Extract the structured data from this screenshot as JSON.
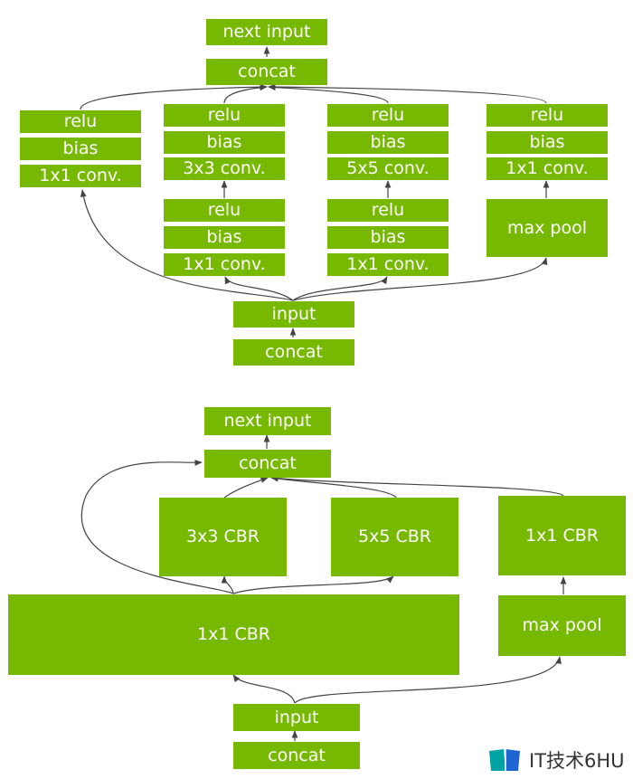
{
  "colors": {
    "box": "#76b900",
    "text": "#ffffff",
    "edge": "#444444",
    "background": "#ffffff"
  },
  "top_diagram": {
    "next_input": "next input",
    "concat_out": "concat",
    "branch1": {
      "relu": "relu",
      "bias": "bias",
      "conv": "1x1 conv."
    },
    "branch2": {
      "relu_top": "relu",
      "bias_top": "bias",
      "conv_top": "3x3 conv.",
      "relu_bottom": "relu",
      "bias_bottom": "bias",
      "conv_bottom": "1x1 conv."
    },
    "branch3": {
      "relu_top": "relu",
      "bias_top": "bias",
      "conv_top": "5x5 conv.",
      "relu_bottom": "relu",
      "bias_bottom": "bias",
      "conv_bottom": "1x1 conv."
    },
    "branch4": {
      "relu": "relu",
      "bias": "bias",
      "conv": "1x1 conv.",
      "pool": "max pool"
    },
    "input": "input",
    "concat_in": "concat"
  },
  "bottom_diagram": {
    "next_input": "next input",
    "concat_out": "concat",
    "cbr_3x3": "3x3 CBR",
    "cbr_5x5": "5x5 CBR",
    "cbr_1x1_right": "1x1 CBR",
    "cbr_1x1_wide": "1x1 CBR",
    "pool": "max pool",
    "input": "input",
    "concat_in": "concat"
  },
  "watermark": {
    "logo_icon": "book-logo-icon",
    "text": "IT技术6HU"
  }
}
